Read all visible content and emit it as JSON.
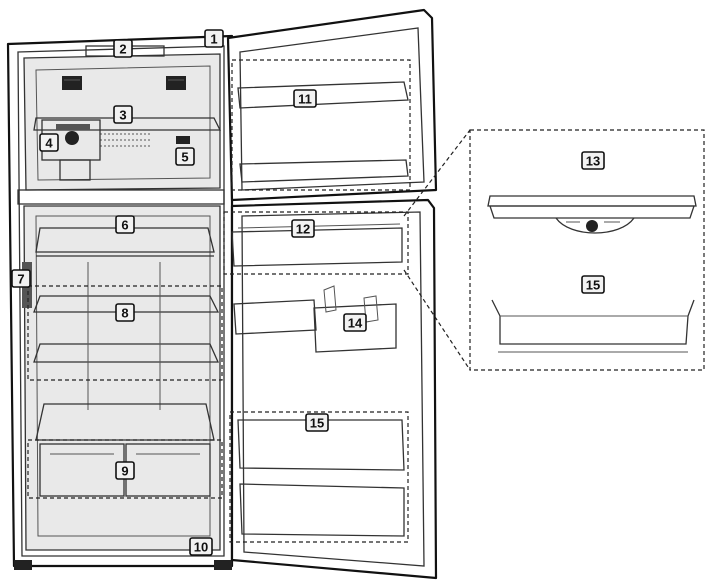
{
  "callouts": {
    "c1": "1",
    "c2": "2",
    "c3": "3",
    "c4": "4",
    "c5": "5",
    "c6": "6",
    "c7": "7",
    "c8": "8",
    "c9": "9",
    "c10": "10",
    "c11": "11",
    "c12": "12",
    "c13": "13",
    "c14": "14",
    "c15": "15",
    "c15b": "15"
  }
}
